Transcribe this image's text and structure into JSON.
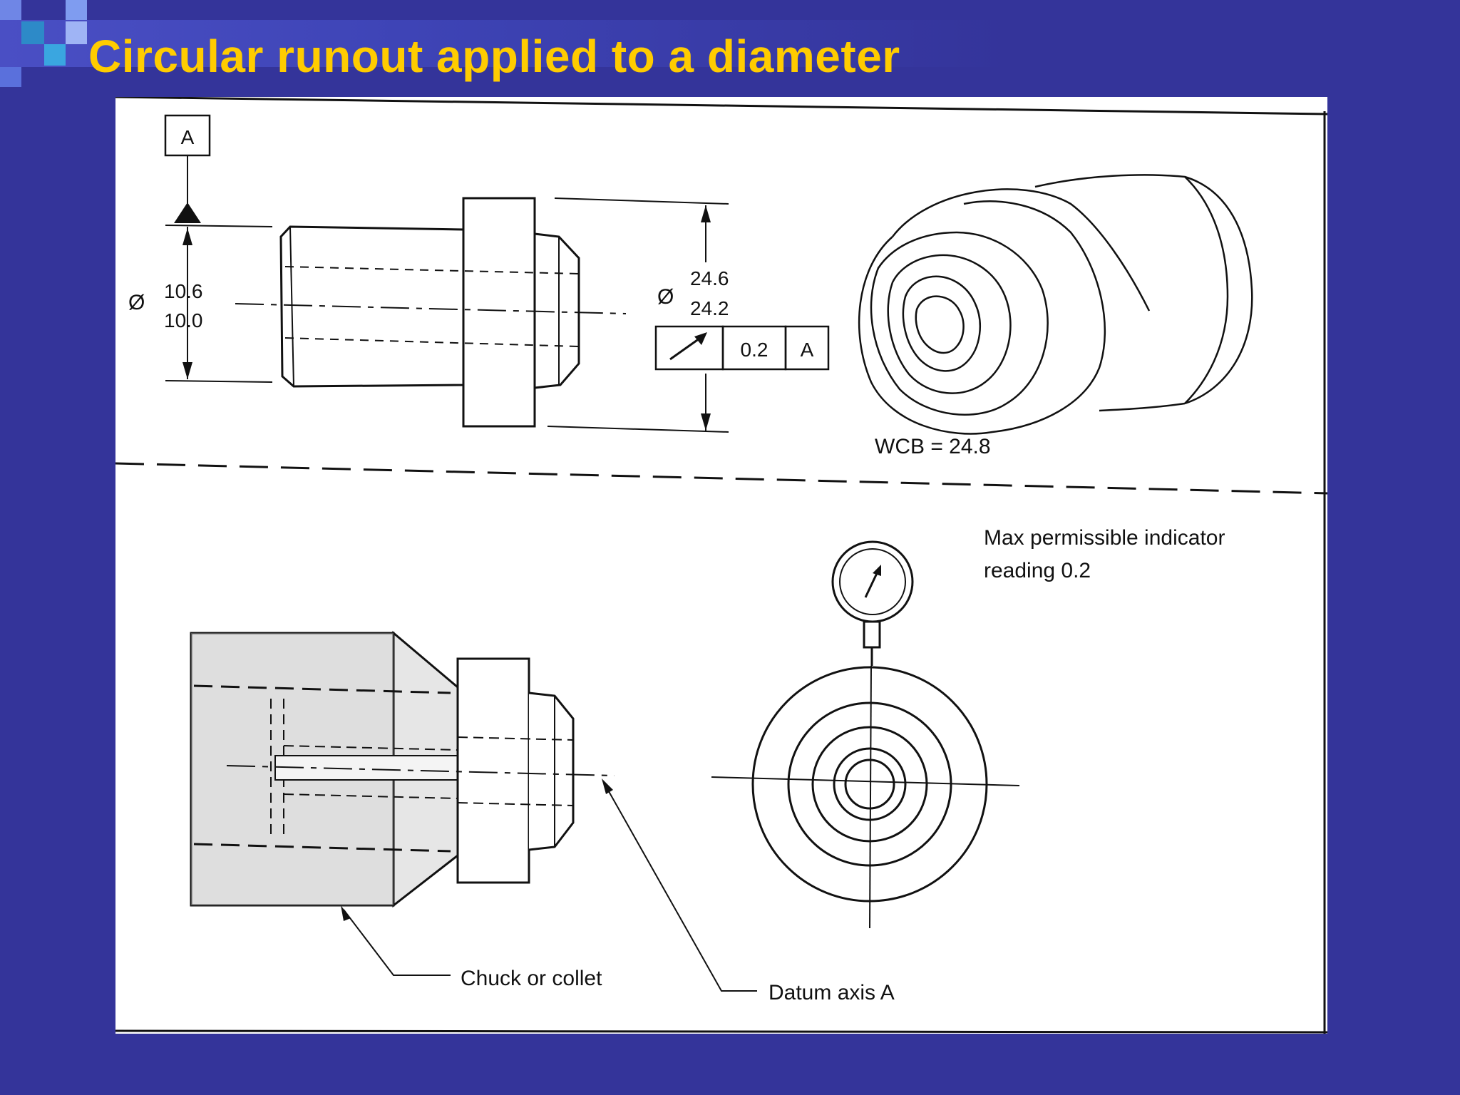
{
  "slide": {
    "title": "Circular runout applied to a diameter"
  },
  "drawing": {
    "datum_label": "A",
    "dim_left_symbol": "Ø",
    "dim_left_upper": "10.6",
    "dim_left_lower": "10.0",
    "dim_right_symbol": "Ø",
    "dim_right_upper": "24.6",
    "dim_right_lower": "24.2",
    "frame_tolerance": "0.2",
    "frame_datum": "A",
    "wcb": "WCB = 24.8",
    "indicator_note_line1": "Max permissible indicator",
    "indicator_note_line2": "reading 0.2",
    "chuck_label": "Chuck or collet",
    "datum_axis_label": "Datum axis  A"
  },
  "colors": {
    "background": "#34349a",
    "title": "#ffcc00",
    "ink": "#111111"
  }
}
